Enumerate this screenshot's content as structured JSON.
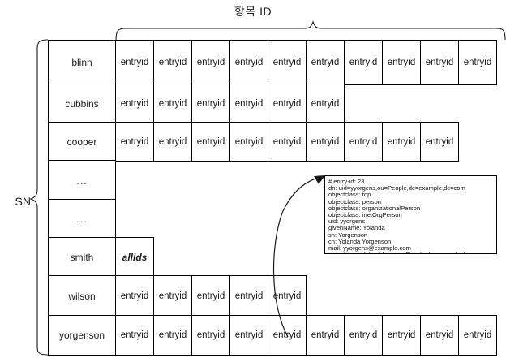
{
  "diagram": {
    "column_axis_label": "항목 ID",
    "row_axis_label": "SN",
    "cell_label": "entryid",
    "allids_label": "allids",
    "ellipsis_label": "..."
  },
  "grid": {
    "rows": [
      {
        "sn": "blinn",
        "type": "entries",
        "count": 10
      },
      {
        "sn": "cubbins",
        "type": "entries",
        "count": 6
      },
      {
        "sn": "cooper",
        "type": "entries",
        "count": 9
      },
      {
        "sn": "...",
        "type": "ellipsis",
        "count": 0
      },
      {
        "sn": "...",
        "type": "ellipsis",
        "count": 0
      },
      {
        "sn": "smith",
        "type": "allids",
        "count": 1
      },
      {
        "sn": "wilson",
        "type": "entries",
        "count": 5
      },
      {
        "sn": "yorgenson",
        "type": "entries",
        "count": 10
      }
    ]
  },
  "entry_box": {
    "lines": [
      "# entry-id: 23",
      "dn: uid=yyorgens,ou=People,dc=example,dc=com",
      "objectclass: top",
      "objectclass: person",
      "objectclass: organizationalPerson",
      "objectclass: inetOrgPerson",
      "uid: yyorgens",
      "givenName: Yolanda",
      "sn: Yorgenson",
      "cn: Yolanda Yorgenson",
      "mail: yyorgens@example.com",
      "secretary: uid=bcubbins,ou=People,dc=example,dc=com"
    ]
  },
  "colors": {
    "stroke": "#1a1a1a",
    "cell_border": "#000000",
    "background": "#ffffff",
    "text": "#1a1a1a"
  }
}
